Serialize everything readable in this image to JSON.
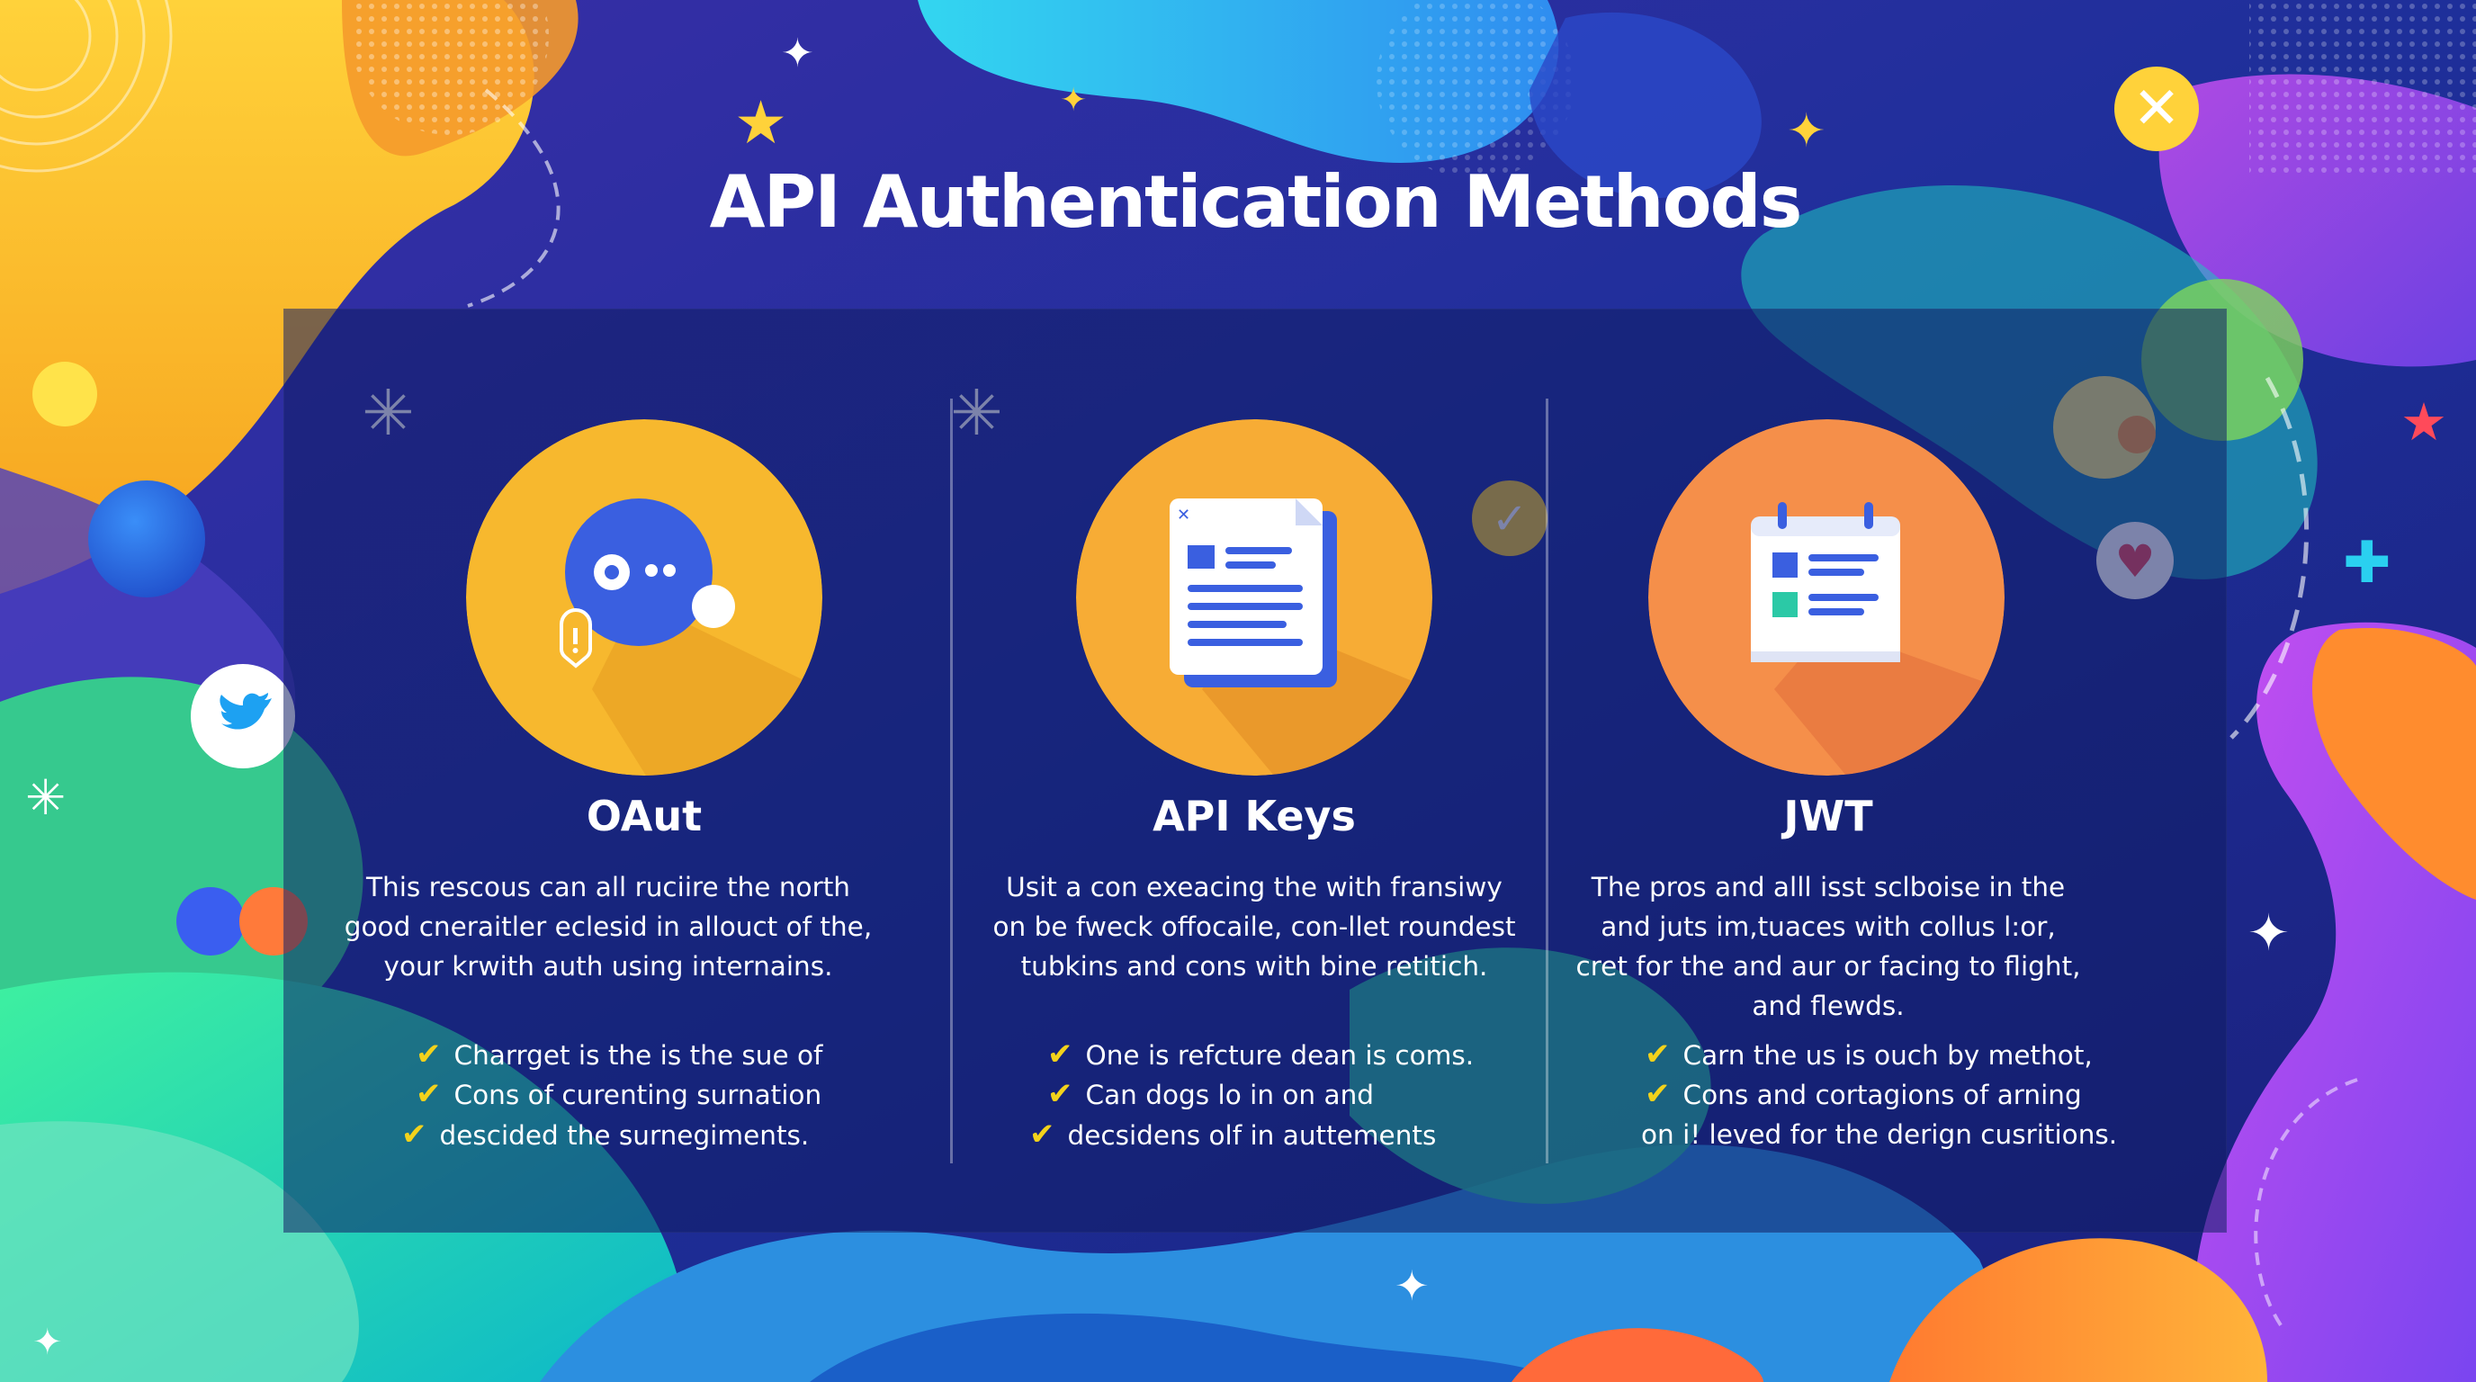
{
  "title": "API Authentication Methods",
  "cards": [
    {
      "name": "OAut",
      "icon": "chat-bubble-icon",
      "circle_color": "#f7b82e",
      "description": [
        "This rescous can all ruciire the north",
        "good cneraitler eclesid in allouct of the,",
        "your krwith auth using internains."
      ],
      "bullets": [
        "Charrget is the is the sue of",
        "Cons of  curenting surnation",
        "descided the surnegiments."
      ]
    },
    {
      "name": "API Keys",
      "icon": "document-icon",
      "circle_color": "#f7ac35",
      "description": [
        "Usit a con exeacing the with fransiwy",
        "on be fweck offocaile, con-llet roundest",
        "tubkins and cons with bine retitich."
      ],
      "bullets": [
        "One is refcture dean is coms.",
        "Can dogs lo in on and",
        "decsidens olf in auttements"
      ]
    },
    {
      "name": "JWT",
      "icon": "calendar-icon",
      "circle_color": "#f58f4a",
      "description": [
        "The pros and alll isst sclboise in the",
        "and juts im,tuaces with collus l:or,",
        "cret for the and aur or facing to flight,",
        "and flewds."
      ],
      "bullets": [
        "Carn the us is ouch by methot,",
        "Cons and cortagions of arning",
        "on  i! leved for the derign cusritions."
      ]
    }
  ],
  "colors": {
    "accent_yellow": "#f3d21b",
    "panel": "#16236e",
    "text": "#ffffff"
  }
}
